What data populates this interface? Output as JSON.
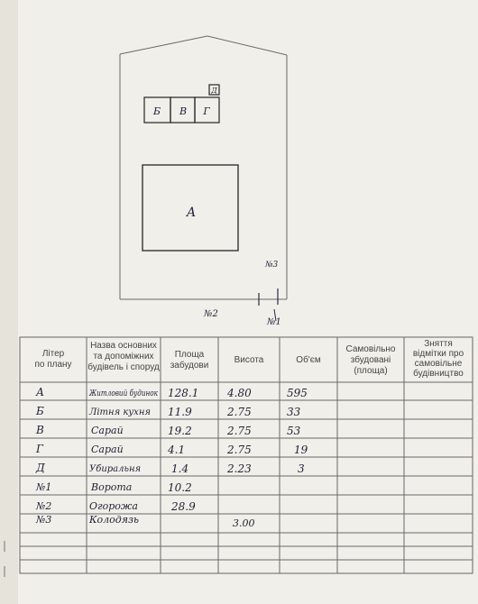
{
  "plan": {
    "buildings": [
      {
        "id": "block-b",
        "label": "Б"
      },
      {
        "id": "block-v",
        "label": "В"
      },
      {
        "id": "block-g",
        "label": "Г"
      },
      {
        "id": "block-d",
        "label": "Д"
      },
      {
        "id": "block-a",
        "label": "А"
      }
    ],
    "annotations": {
      "n3": "№3",
      "n2": "№2",
      "n1": "№1"
    }
  },
  "table": {
    "headers": [
      "Літер по плану",
      "Назва основних та допоміжних будівель і споруд",
      "Площа забудови",
      "Висота",
      "Об'єм",
      "Самовільно збудовані (площа)",
      "Зняття відмітки про самовільне будівництво"
    ],
    "rows": [
      {
        "liter": "А",
        "name": "Житловий будинок",
        "area": "128.1",
        "height": "4.80",
        "volume": "595"
      },
      {
        "liter": "Б",
        "name": "Літня кухня",
        "area": "11.9",
        "height": "2.75",
        "volume": "33"
      },
      {
        "liter": "В",
        "name": "Сарай",
        "area": "19.2",
        "height": "2.75",
        "volume": "53"
      },
      {
        "liter": "Г",
        "name": "Сарай",
        "area": "4.1",
        "height": "2.75",
        "volume": "19"
      },
      {
        "liter": "Д",
        "name": "Убиральня",
        "area": "1.4",
        "height": "2.23",
        "volume": "3"
      },
      {
        "liter": "№1",
        "name": "Ворота",
        "area": "10.2",
        "height": "",
        "volume": ""
      },
      {
        "liter": "№2",
        "name": "Огорожа",
        "area": "28.9",
        "height": "",
        "volume": ""
      },
      {
        "liter": "№3",
        "name": "Колодязь",
        "area": "",
        "height": "3.00",
        "volume": ""
      },
      {
        "liter": "",
        "name": "",
        "area": "",
        "height": "",
        "volume": ""
      },
      {
        "liter": "",
        "name": "",
        "area": "",
        "height": "",
        "volume": ""
      },
      {
        "liter": "",
        "name": "",
        "area": "",
        "height": "",
        "volume": ""
      }
    ]
  }
}
